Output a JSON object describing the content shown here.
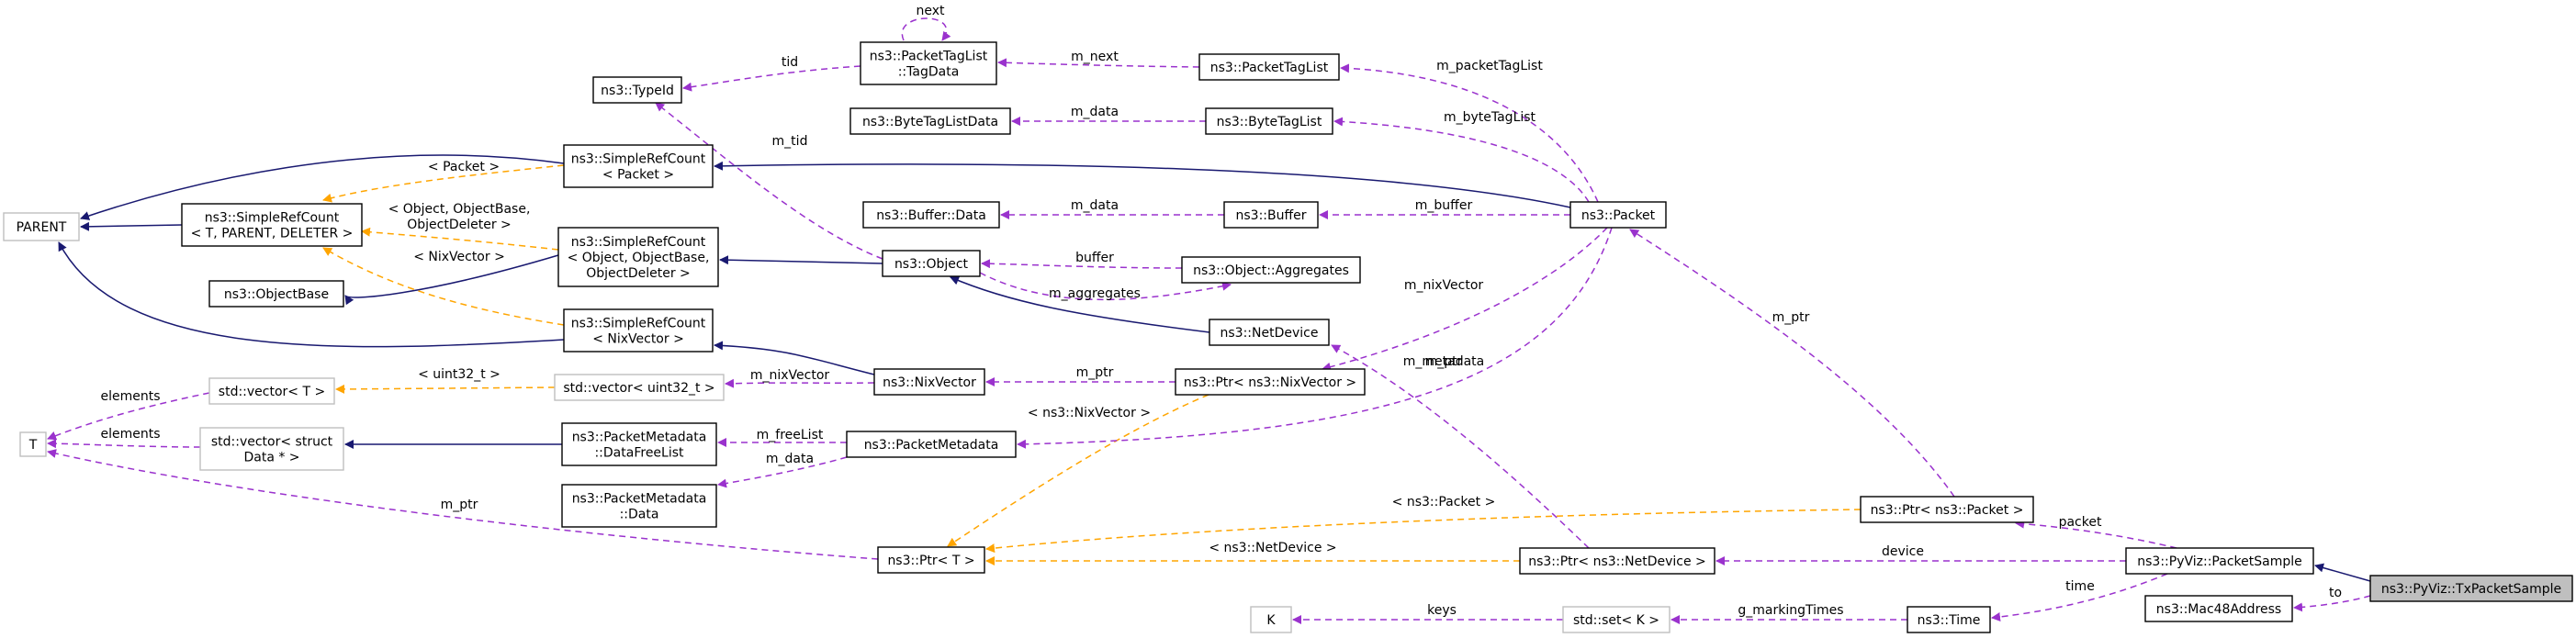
{
  "diagram": {
    "nodes": {
      "parent": {
        "lines": [
          "PARENT"
        ],
        "style": "ghost"
      },
      "t": {
        "lines": [
          "T"
        ],
        "style": "ghost"
      },
      "simple_refcount_generic": {
        "lines": [
          "ns3::SimpleRefCount",
          "< T, PARENT, DELETER >"
        ],
        "style": "normal"
      },
      "object_base": {
        "lines": [
          "ns3::ObjectBase"
        ],
        "style": "normal"
      },
      "std_vector_t": {
        "lines": [
          "std::vector< T >"
        ],
        "style": "ghost"
      },
      "std_vector_struct": {
        "lines": [
          "std::vector< struct",
          "Data * >"
        ],
        "style": "ghost"
      },
      "type_id": {
        "lines": [
          "ns3::TypeId"
        ],
        "style": "normal"
      },
      "simple_refcount_packet": {
        "lines": [
          "ns3::SimpleRefCount",
          "< Packet >"
        ],
        "style": "normal"
      },
      "simple_refcount_object": {
        "lines": [
          "ns3::SimpleRefCount",
          "< Object, ObjectBase,",
          "ObjectDeleter >"
        ],
        "style": "normal"
      },
      "simple_refcount_nixvector": {
        "lines": [
          "ns3::SimpleRefCount",
          "< NixVector >"
        ],
        "style": "normal"
      },
      "std_vector_uint32": {
        "lines": [
          "std::vector< uint32_t >"
        ],
        "style": "ghost"
      },
      "packet_metadata_freelist": {
        "lines": [
          "ns3::PacketMetadata",
          "::DataFreeList"
        ],
        "style": "normal"
      },
      "packet_metadata_data": {
        "lines": [
          "ns3::PacketMetadata",
          "::Data"
        ],
        "style": "normal"
      },
      "packet_tag_list_tagdata": {
        "lines": [
          "ns3::PacketTagList",
          "::TagData"
        ],
        "style": "normal"
      },
      "byte_tag_list_data": {
        "lines": [
          "ns3::ByteTagListData"
        ],
        "style": "normal"
      },
      "buffer_data": {
        "lines": [
          "ns3::Buffer::Data"
        ],
        "style": "normal"
      },
      "object": {
        "lines": [
          "ns3::Object"
        ],
        "style": "normal"
      },
      "nix_vector": {
        "lines": [
          "ns3::NixVector"
        ],
        "style": "normal"
      },
      "packet_metadata": {
        "lines": [
          "ns3::PacketMetadata"
        ],
        "style": "normal"
      },
      "ptr_t": {
        "lines": [
          "ns3::Ptr< T >"
        ],
        "style": "normal"
      },
      "packet_tag_list": {
        "lines": [
          "ns3::PacketTagList"
        ],
        "style": "normal"
      },
      "byte_tag_list": {
        "lines": [
          "ns3::ByteTagList"
        ],
        "style": "normal"
      },
      "buffer": {
        "lines": [
          "ns3::Buffer"
        ],
        "style": "normal"
      },
      "object_aggregates": {
        "lines": [
          "ns3::Object::Aggregates"
        ],
        "style": "normal"
      },
      "net_device": {
        "lines": [
          "ns3::NetDevice"
        ],
        "style": "normal"
      },
      "ptr_nixvector": {
        "lines": [
          "ns3::Ptr< ns3::NixVector >"
        ],
        "style": "normal"
      },
      "k": {
        "lines": [
          "K"
        ],
        "style": "ghost"
      },
      "std_set_k": {
        "lines": [
          "std::set< K >"
        ],
        "style": "ghost"
      },
      "packet": {
        "lines": [
          "ns3::Packet"
        ],
        "style": "normal"
      },
      "ptr_packet": {
        "lines": [
          "ns3::Ptr< ns3::Packet >"
        ],
        "style": "normal"
      },
      "ptr_netdevice": {
        "lines": [
          "ns3::Ptr< ns3::NetDevice >"
        ],
        "style": "normal"
      },
      "time": {
        "lines": [
          "ns3::Time"
        ],
        "style": "normal"
      },
      "pyviz_packet_sample": {
        "lines": [
          "ns3::PyViz::PacketSample"
        ],
        "style": "normal"
      },
      "mac48_address": {
        "lines": [
          "ns3::Mac48Address"
        ],
        "style": "normal"
      },
      "pyviz_tx_packet_sample": {
        "lines": [
          "ns3::PyViz::TxPacketSample"
        ],
        "style": "focus"
      }
    },
    "edges": [
      {
        "id": "e1",
        "kind": "inherit",
        "label": ""
      },
      {
        "id": "e2",
        "kind": "inherit",
        "label": ""
      },
      {
        "id": "e3",
        "kind": "inherit",
        "label": ""
      },
      {
        "id": "e4",
        "kind": "inherit",
        "label": ""
      },
      {
        "id": "e5",
        "kind": "inherit",
        "label": ""
      },
      {
        "id": "e6",
        "kind": "inherit",
        "label": ""
      },
      {
        "id": "e7",
        "kind": "inherit",
        "label": ""
      },
      {
        "id": "e8",
        "kind": "inherit",
        "label": ""
      },
      {
        "id": "e9",
        "kind": "inherit",
        "label": ""
      },
      {
        "id": "e10",
        "kind": "inherit",
        "label": ""
      },
      {
        "id": "e11",
        "kind": "template",
        "label": "< Packet >"
      },
      {
        "id": "e12",
        "kind": "template",
        "label": "< Object, ObjectBase,\nObjectDeleter >"
      },
      {
        "id": "e13",
        "kind": "template",
        "label": "< NixVector >"
      },
      {
        "id": "e14",
        "kind": "template",
        "label": "< uint32_t >"
      },
      {
        "id": "e15",
        "kind": "template",
        "label": "< ns3::NixVector >"
      },
      {
        "id": "e16",
        "kind": "template",
        "label": "< ns3::Packet >"
      },
      {
        "id": "e17",
        "kind": "template",
        "label": "< ns3::NetDevice >"
      },
      {
        "id": "e18",
        "kind": "usage",
        "label": "elements"
      },
      {
        "id": "e19",
        "kind": "usage",
        "label": "elements"
      },
      {
        "id": "e20",
        "kind": "usage",
        "label": "m_ptr"
      },
      {
        "id": "e21",
        "kind": "usage",
        "label": "tid"
      },
      {
        "id": "e22",
        "kind": "usage",
        "label": "m_tid"
      },
      {
        "id": "e23",
        "kind": "usage",
        "label": "next"
      },
      {
        "id": "e24",
        "kind": "usage",
        "label": "m_next"
      },
      {
        "id": "e25",
        "kind": "usage",
        "label": "m_data"
      },
      {
        "id": "e26",
        "kind": "usage",
        "label": "m_data"
      },
      {
        "id": "e27",
        "kind": "usage",
        "label": "buffer"
      },
      {
        "id": "e28",
        "kind": "usage",
        "label": "m_aggregates"
      },
      {
        "id": "e29",
        "kind": "usage",
        "label": "m_nixVector"
      },
      {
        "id": "e30",
        "kind": "usage",
        "label": "m_ptr"
      },
      {
        "id": "e31",
        "kind": "usage",
        "label": "m_freeList"
      },
      {
        "id": "e32",
        "kind": "usage",
        "label": "m_data"
      },
      {
        "id": "e33",
        "kind": "usage",
        "label": "m_packetTagList"
      },
      {
        "id": "e34",
        "kind": "usage",
        "label": "m_byteTagList"
      },
      {
        "id": "e35",
        "kind": "usage",
        "label": "m_buffer"
      },
      {
        "id": "e36",
        "kind": "usage",
        "label": "m_nixVector"
      },
      {
        "id": "e37",
        "kind": "usage",
        "label": "m_metadata"
      },
      {
        "id": "e38",
        "kind": "usage",
        "label": "m_ptr"
      },
      {
        "id": "e39",
        "kind": "usage",
        "label": "m_ptr"
      },
      {
        "id": "e40",
        "kind": "usage",
        "label": "packet"
      },
      {
        "id": "e41",
        "kind": "usage",
        "label": "device"
      },
      {
        "id": "e42",
        "kind": "usage",
        "label": "time"
      },
      {
        "id": "e43",
        "kind": "usage",
        "label": "keys"
      },
      {
        "id": "e44",
        "kind": "usage",
        "label": "g_markingTimes"
      },
      {
        "id": "e45",
        "kind": "usage",
        "label": "to"
      }
    ],
    "colors": {
      "inherit": "#191970",
      "template": "#ffa500",
      "usage": "#9a32cd",
      "ghost_border": "#bfbfbf",
      "focus_fill": "#bfbfbf"
    }
  }
}
